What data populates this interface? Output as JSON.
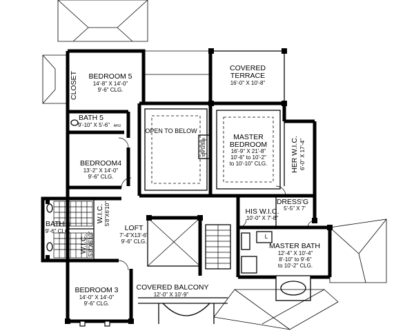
{
  "rooms": {
    "bedroom5": {
      "name": "BEDROOM 5",
      "dims": "14'-8\" X 14'-0\"",
      "clg": "9'-6\" CLG."
    },
    "closet": {
      "name": "CLOSET"
    },
    "bath5": {
      "name": "BATH 5",
      "dims": "9'-10\" X 5'-6\""
    },
    "bedroom4": {
      "name": "BEDROOM4",
      "dims": "13'-2\" X 14'-0\"",
      "clg": "9'-6\" CLG."
    },
    "open_below": {
      "name": "OPEN TO BELOW"
    },
    "fireplace": {
      "name": "FIREPLACE"
    },
    "covered_terrace": {
      "name1": "COVERED",
      "name2": "TERRACE",
      "dims": "16'-0\" X 10'-8\""
    },
    "master_bedroom": {
      "name1": "MASTER",
      "name2": "BEDROOM",
      "dims": "16'-9\" X 21'-8\"",
      "clg1": "10'-6\" to 10'-2\"",
      "clg2": "to 10'-10\" CLG."
    },
    "her_wic": {
      "name": "HER W.I.C.",
      "dims": "6'-0\" X 17'-4\""
    },
    "dressing": {
      "name": "DRESS'G",
      "dims": "5'-5\" X 7'"
    },
    "his_wic": {
      "name": "HIS W.I.C.",
      "dims": "10'-0\" X 7'-8\""
    },
    "bath4": {
      "name": "BATH 4",
      "clg": "9'-6\" CLG."
    },
    "wic_upper": {
      "name": "W.I.C.",
      "dims": "5'8\"X6'10\""
    },
    "wic_lower": {
      "name": "W.I.C.",
      "dims": "5'8\"X6'10\""
    },
    "loft": {
      "name": "LOFT",
      "dims": "7'-4\"X13'-6\"",
      "clg": "9'-6\" CLG."
    },
    "master_bath": {
      "name": "MASTER BATH",
      "dims1": "12'-4\" X 10'-4\"",
      "clg1": "8'-10\" to 9'-6\"",
      "clg2": "to 10'-2\" CLG."
    },
    "bedroom3": {
      "name": "BEDROOM 3",
      "dims": "14'-0\" X 14'-0\"",
      "clg": "9'-6\" CLG."
    },
    "covered_balcony": {
      "name": "COVERED BALCONY",
      "dims": "12'-0\" X 10'-9\""
    },
    "ahu": {
      "name": "AHU"
    },
    "laundry": {
      "name": "L"
    }
  }
}
